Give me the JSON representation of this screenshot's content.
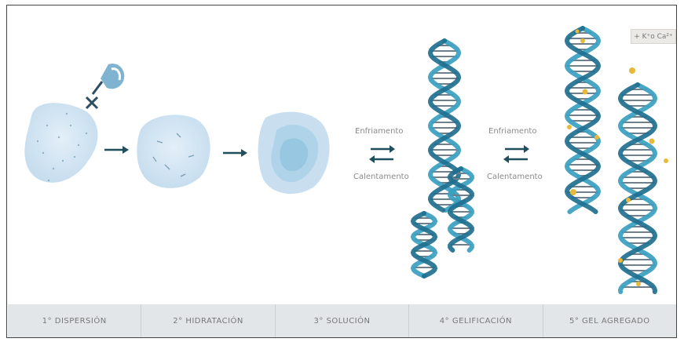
{
  "steps": [
    "1° DISPERSIÓN",
    "2° HIDRATACIÓN",
    "3° SOLUCIÓN",
    "4° GELIFICACIÓN",
    "5° GEL AGREGADO"
  ],
  "transitions": [
    {
      "top": "Enfriamento",
      "bottom": "Calentamento"
    },
    {
      "top": "Enfriamento",
      "bottom": "Calentamento"
    }
  ],
  "badge": "+ K⁺o Ca²⁺",
  "colors": {
    "blob": "#cfe3f1",
    "helix": "#3aa0c0",
    "helix_dark": "#1f6f8f",
    "rung": "#6f7f8c",
    "ion": "#e8b83a",
    "arrow": "#1f4f5a"
  }
}
